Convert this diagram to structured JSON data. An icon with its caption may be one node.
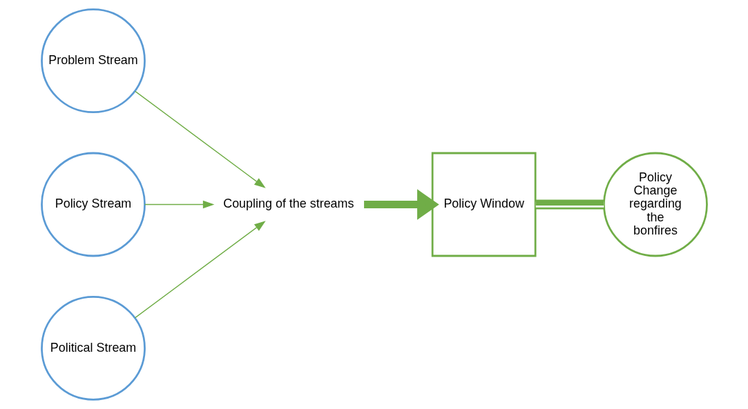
{
  "diagram": {
    "nodes": [
      {
        "text": [
          "Problem Stream"
        ]
      },
      {
        "text": [
          "Policy Stream"
        ]
      },
      {
        "text": [
          "Political Stream"
        ]
      },
      {
        "text": [
          "Coupling of the streams"
        ]
      },
      {
        "text": [
          "Policy Window"
        ]
      },
      {
        "text": [
          "Policy Change regarding the bonfires"
        ]
      }
    ],
    "edges": [
      {
        "from": 0,
        "to": 3,
        "arrow": "to"
      },
      {
        "from": 1,
        "to": 3,
        "arrow": "to"
      },
      {
        "from": 2,
        "to": 3,
        "arrow": "to"
      },
      {
        "from": 3,
        "to": 4,
        "arrow": "to",
        "style": "thick"
      },
      {
        "from": 4,
        "to": 5,
        "arrow": "none",
        "style": "thick"
      }
    ]
  }
}
